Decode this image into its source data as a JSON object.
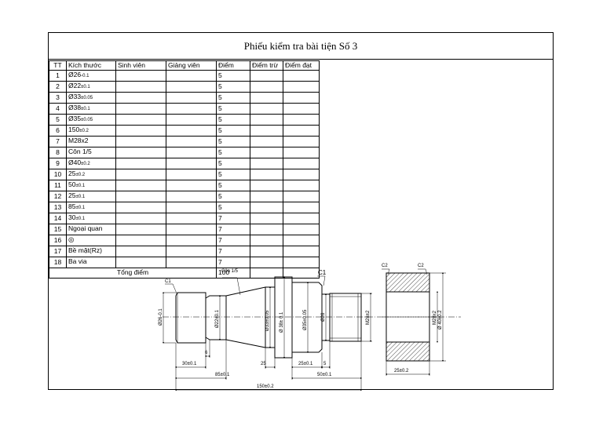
{
  "title": "Phiếu kiểm tra bài tiện Số 3",
  "table": {
    "headers": [
      "TT",
      "Kích thước",
      "Sinh viên",
      "Giảng viên",
      "Điểm",
      "Điểm trừ",
      "Điểm đạt"
    ],
    "rows": [
      {
        "tt": "1",
        "dim": "Ø26",
        "tol": "-0.1",
        "score": "5"
      },
      {
        "tt": "2",
        "dim": "Ø22",
        "tol": "±0.1",
        "score": "5"
      },
      {
        "tt": "3",
        "dim": "Ø33",
        "tol": "±0.05",
        "score": "5"
      },
      {
        "tt": "4",
        "dim": "Ø38",
        "tol": "±0.1",
        "score": "5"
      },
      {
        "tt": "5",
        "dim": "Ø35",
        "tol": "±0.05",
        "score": "5"
      },
      {
        "tt": "6",
        "dim": "150",
        "tol": "±0.2",
        "score": "5"
      },
      {
        "tt": "7",
        "dim": "M28x2",
        "tol": "",
        "score": "5"
      },
      {
        "tt": "8",
        "dim": "Côn 1/5",
        "tol": "",
        "score": "5"
      },
      {
        "tt": "9",
        "dim": "Ø40",
        "tol": "±0.2",
        "score": "5"
      },
      {
        "tt": "10",
        "dim": "25",
        "tol": "±0.2",
        "score": "5"
      },
      {
        "tt": "11",
        "dim": "50",
        "tol": "±0.1",
        "score": "5"
      },
      {
        "tt": "12",
        "dim": "25",
        "tol": "±0.1",
        "score": "5"
      },
      {
        "tt": "13",
        "dim": "85",
        "tol": "±0.1",
        "score": "5"
      },
      {
        "tt": "14",
        "dim": "30",
        "tol": "±0.1",
        "score": "7"
      },
      {
        "tt": "15",
        "dim": "Ngoại quan",
        "tol": "",
        "score": "7"
      },
      {
        "tt": "16",
        "dim": "◎",
        "tol": "",
        "score": "7"
      },
      {
        "tt": "17",
        "dim": "Bề mặt(Rz)",
        "tol": "",
        "score": "7"
      },
      {
        "tt": "18",
        "dim": "Ba via",
        "tol": "",
        "score": "7"
      }
    ],
    "total_label": "Tổng điểm",
    "total_value": "100"
  },
  "drawing": {
    "taper_label": "Côn 1/5",
    "chamfer_c1_left": "C1",
    "chamfer_c1_right": "C1",
    "chamfer_c2_left": "C2",
    "chamfer_c2_right": "C2",
    "dia_26": "Ø26-0.1",
    "dia_22": "Ø22±0.1",
    "dia_33": "Ø33±0.05",
    "dia_38": "Ø 38± 0.1",
    "dia_35": "Ø35±0.05",
    "dia_26b": "Ø26",
    "thread": "M28±2",
    "nut_thread": "M28x2",
    "nut_dia": "Ø 40±0.2",
    "len_6": "6",
    "len_30": "30±0.1",
    "len_25": "25",
    "len_25b": "25±0.1",
    "len_5": "5",
    "len_85": "85±0.1",
    "len_50": "50±0.1",
    "len_150": "150±0.2",
    "len_nut": "25±0.2"
  }
}
